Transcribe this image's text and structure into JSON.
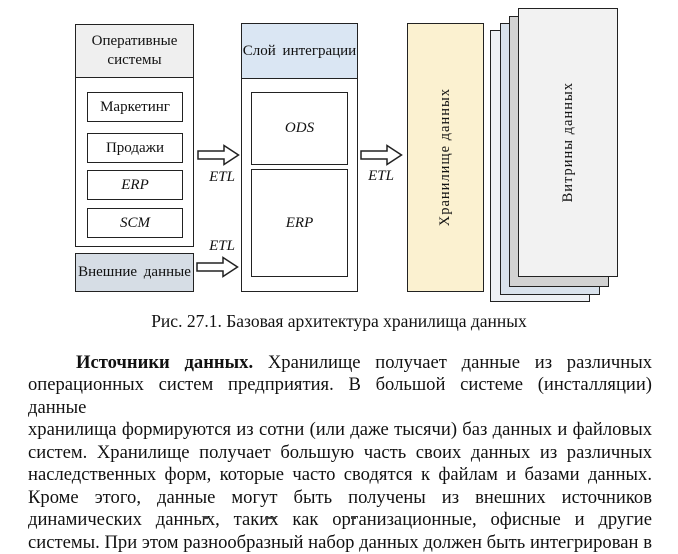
{
  "figure": {
    "operational_systems": {
      "title": "Оперативные системы",
      "items": [
        "Маркетинг",
        "Продажи",
        "ERP",
        "SCM"
      ]
    },
    "external_data": "Внешние данные",
    "integration_layer": {
      "title": "Слой интеграции",
      "items": [
        "ODS",
        "ERP"
      ]
    },
    "warehouse": "Хранилище данных",
    "data_marts": "Витрины данных",
    "etl": [
      "ETL",
      "ETL",
      "ETL"
    ],
    "colors": {
      "header_gray": "#efefef",
      "external_blue": "#d6dde5",
      "integration_blue": "#dae6f3",
      "warehouse_cream": "#fbf1d0",
      "mart_front": "#f2f2f2",
      "mart_gray": "#d2d2d2",
      "mart_blue": "#d9e2ec",
      "mart_back": "#eef1f5",
      "border": "#222222"
    }
  },
  "caption": "Рис. 27.1. Базовая архитектура хранилища данных",
  "paragraph": {
    "lead_bold": "Источники данных.",
    "line1_rest": "Хранилище получает данные из различных",
    "lines": [
      "операционных систем предприятия. В большой системе (инсталляции) данные",
      "хранилища формируются из сотни (или даже тысячи) баз данных и файловых",
      "систем. Хранилище получает большую часть своих данных из различных",
      "наследственных форм, которые часто сводятся к файлам и базами данных.",
      "Кроме этого, данные могут быть получены из внешних источников",
      "динамических данных, таких как организационные, офисные и другие",
      "системы. При этом разнообразный набор данных должен быть интегрирован в"
    ]
  }
}
